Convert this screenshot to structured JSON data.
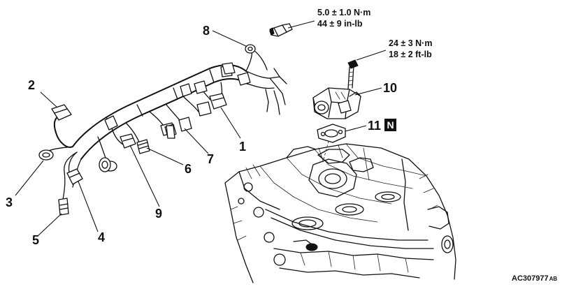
{
  "callouts": {
    "c1": "1",
    "c2": "2",
    "c3": "3",
    "c4": "4",
    "c5": "5",
    "c6": "6",
    "c7": "7",
    "c8": "8",
    "c9": "9",
    "c10": "10",
    "c11": "11"
  },
  "new_part_mark": "N",
  "torque": {
    "bolt8_nm": "5.0 ± 1.0 N·m",
    "bolt8_imp": "44 ± 9 in-lb",
    "bolt10_nm": "24 ± 3 N·m",
    "bolt10_imp": "18 ± 2 ft-lb"
  },
  "figure_code": "AC307977",
  "figure_code_suffix": "AB"
}
